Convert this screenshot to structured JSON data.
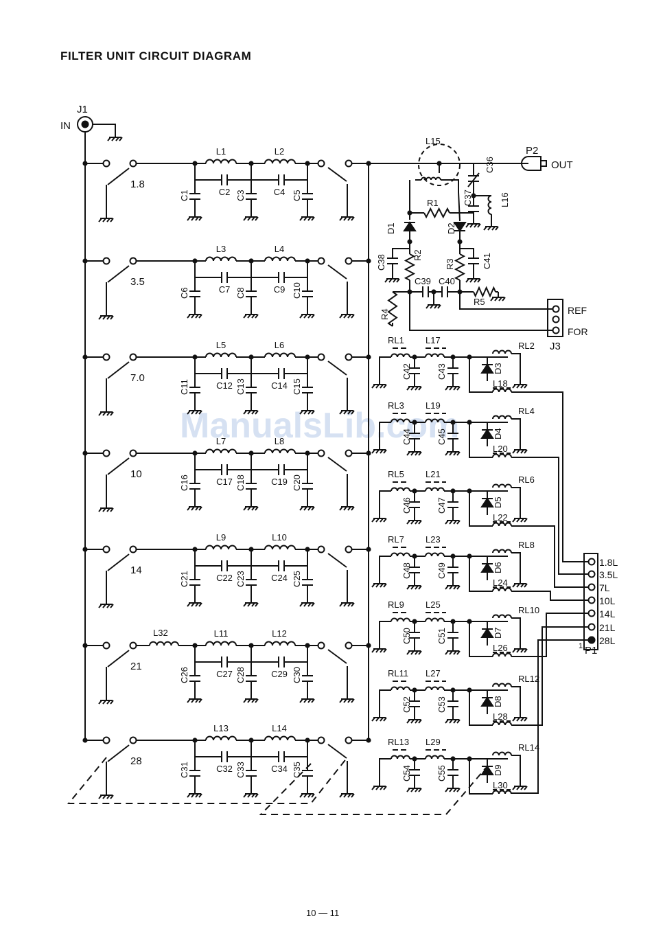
{
  "title": "FILTER UNIT CIRCUIT DIAGRAM",
  "footer": "10 — 11",
  "watermark": "ManualsLib.com",
  "input": {
    "jack": "J1",
    "label": "IN"
  },
  "output": {
    "plug": "P2",
    "label": "OUT"
  },
  "bands": [
    {
      "band": "1.8",
      "inductors": [
        "L1",
        "L2"
      ],
      "caps": [
        "C1",
        "C2",
        "C3",
        "C4",
        "C5"
      ]
    },
    {
      "band": "3.5",
      "inductors": [
        "L3",
        "L4"
      ],
      "caps": [
        "C6",
        "C7",
        "C8",
        "C9",
        "C10"
      ]
    },
    {
      "band": "7.0",
      "inductors": [
        "L5",
        "L6"
      ],
      "caps": [
        "C11",
        "C12",
        "C13",
        "C14",
        "C15"
      ]
    },
    {
      "band": "10",
      "inductors": [
        "L7",
        "L8"
      ],
      "caps": [
        "C16",
        "C17",
        "C18",
        "C19",
        "C20"
      ]
    },
    {
      "band": "14",
      "inductors": [
        "L9",
        "L10"
      ],
      "caps": [
        "C21",
        "C22",
        "C23",
        "C24",
        "C25"
      ]
    },
    {
      "band": "21",
      "inductors": [
        "L11",
        "L12"
      ],
      "caps": [
        "C26",
        "C27",
        "C28",
        "C29",
        "C30"
      ],
      "extra_inductor": "L32"
    },
    {
      "band": "28",
      "inductors": [
        "L13",
        "L14"
      ],
      "caps": [
        "C31",
        "C32",
        "C33",
        "C34",
        "C35"
      ]
    }
  ],
  "detector": {
    "transformer": "L15",
    "resistors": [
      "R1",
      "R2",
      "R3",
      "R4",
      "R5"
    ],
    "diodes": [
      "D1",
      "D2"
    ],
    "caps": [
      "C36",
      "C37",
      "C38",
      "C39",
      "C40",
      "C41"
    ],
    "coil": "L16",
    "connector": "J3",
    "pins": [
      "REF",
      "FOR"
    ]
  },
  "relays": [
    {
      "rl_a": "RL1",
      "coil": "L17",
      "caps": [
        "C42",
        "C43"
      ],
      "diode": "D3",
      "rl_b": "RL2",
      "choke": "L18"
    },
    {
      "rl_a": "RL3",
      "coil": "L19",
      "caps": [
        "C44",
        "C45"
      ],
      "diode": "D4",
      "rl_b": "RL4",
      "choke": "L20"
    },
    {
      "rl_a": "RL5",
      "coil": "L21",
      "caps": [
        "C46",
        "C47"
      ],
      "diode": "D5",
      "rl_b": "RL6",
      "choke": "L22"
    },
    {
      "rl_a": "RL7",
      "coil": "L23",
      "caps": [
        "C48",
        "C49"
      ],
      "diode": "D6",
      "rl_b": "RL8",
      "choke": "L24"
    },
    {
      "rl_a": "RL9",
      "coil": "L25",
      "caps": [
        "C50",
        "C51"
      ],
      "diode": "D7",
      "rl_b": "RL10",
      "choke": "L26"
    },
    {
      "rl_a": "RL11",
      "coil": "L27",
      "caps": [
        "C52",
        "C53"
      ],
      "diode": "D8",
      "rl_b": "RL12",
      "choke": "L28"
    },
    {
      "rl_a": "RL13",
      "coil": "L29",
      "caps": [
        "C54",
        "C55"
      ],
      "diode": "D9",
      "rl_b": "RL14",
      "choke": "L30"
    }
  ],
  "connector_p1": {
    "name": "P1",
    "pin1": "1",
    "pins": [
      "1.8L",
      "3.5L",
      "7L",
      "10L",
      "14L",
      "21L",
      "28L"
    ]
  }
}
